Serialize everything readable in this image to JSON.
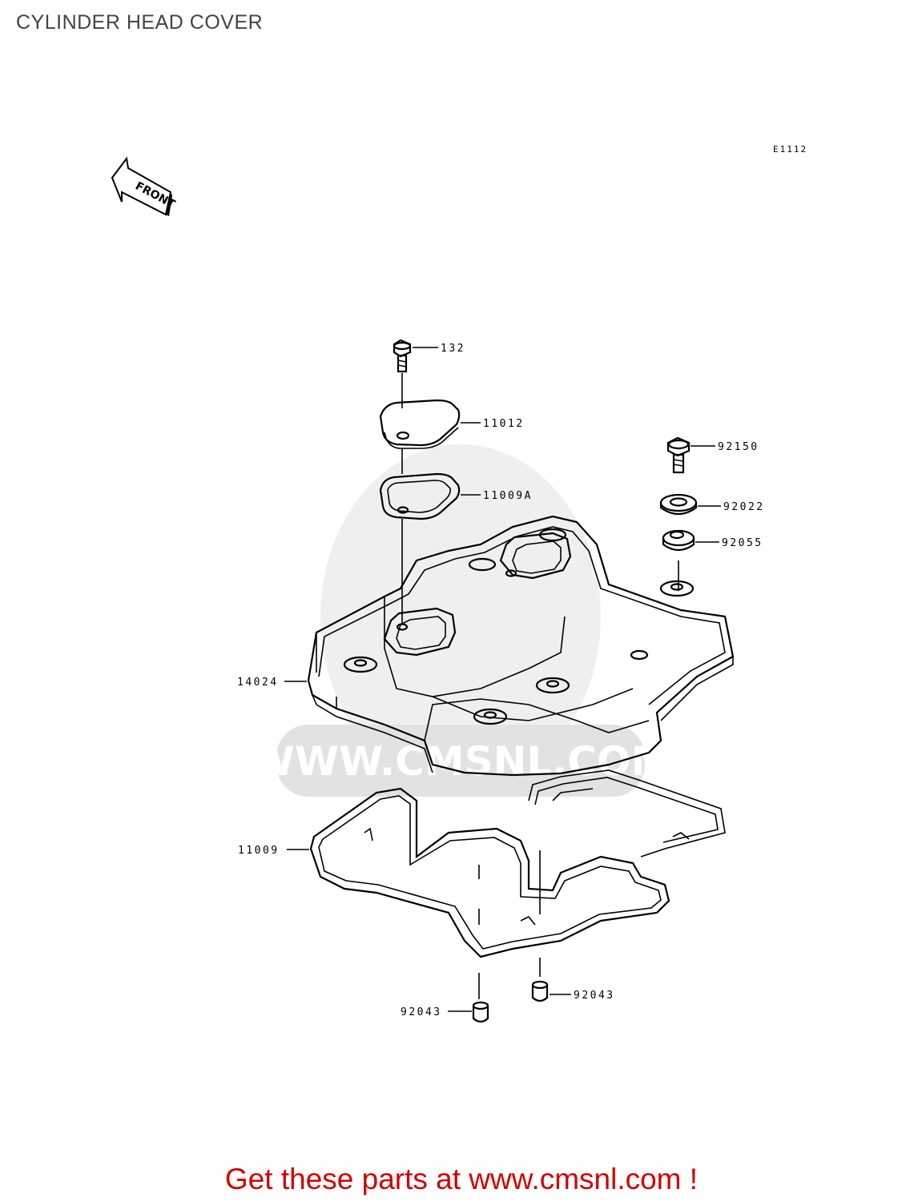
{
  "title": "CYLINDER HEAD COVER",
  "diagram_code": "E1112",
  "front_label": "FRONT",
  "watermark": "WWW.CMSNL.COM",
  "parts": {
    "p132": "132",
    "p11012": "11012",
    "p11009a": "11009A",
    "p92150": "92150",
    "p92022": "92022",
    "p92055": "92055",
    "p14024": "14024",
    "p11009": "11009",
    "p92043_right": "92043",
    "p92043_left": "92043"
  },
  "footer": {
    "text": "Get these parts at www.cmsnl.com !"
  },
  "colors": {
    "title": "#444444",
    "footer": "#d40000",
    "watermark": "#e2e2e2"
  }
}
